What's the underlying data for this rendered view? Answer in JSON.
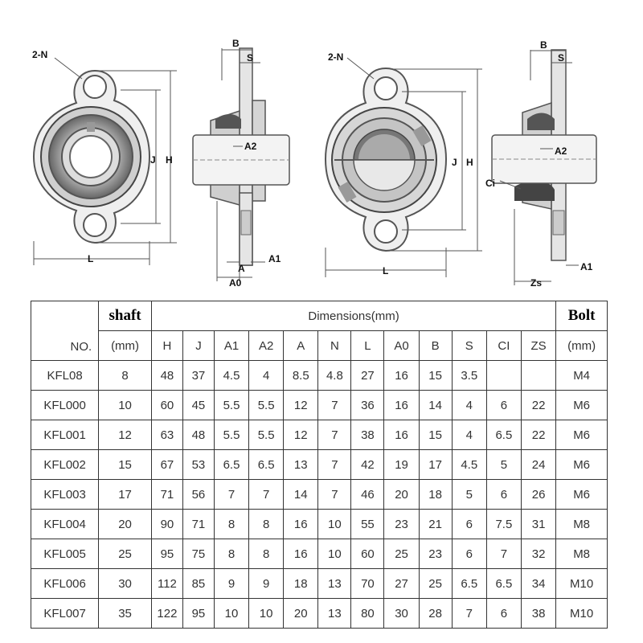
{
  "drawings": {
    "left": {
      "front_labels": {
        "holes": "2-N",
        "J": "J",
        "H": "H",
        "L": "L"
      },
      "side_labels": {
        "B": "B",
        "S": "S",
        "A2": "A2",
        "A1": "A1",
        "A": "A",
        "A0": "A0"
      }
    },
    "right": {
      "front_labels": {
        "holes": "2-N",
        "J": "J",
        "H": "H",
        "L": "L"
      },
      "side_labels": {
        "B": "B",
        "S": "S",
        "A2": "A2",
        "Ci": "Ci",
        "A1": "A1",
        "Zs": "Zs"
      }
    }
  },
  "table": {
    "no_label": "NO.",
    "shaft_label": "shaft",
    "shaft_unit": "(mm)",
    "dimensions_label": "Dimensions(mm)",
    "bolt_label": "Bolt",
    "bolt_unit": "(mm)",
    "columns": [
      "H",
      "J",
      "A1",
      "A2",
      "A",
      "N",
      "L",
      "A0",
      "B",
      "S",
      "CI",
      "ZS"
    ],
    "rows": [
      {
        "no": "KFL08",
        "shaft": "8",
        "dims": [
          "48",
          "37",
          "4.5",
          "4",
          "8.5",
          "4.8",
          "27",
          "16",
          "15",
          "3.5",
          "",
          ""
        ],
        "bolt": "M4"
      },
      {
        "no": "KFL000",
        "shaft": "10",
        "dims": [
          "60",
          "45",
          "5.5",
          "5.5",
          "12",
          "7",
          "36",
          "16",
          "14",
          "4",
          "6",
          "22"
        ],
        "bolt": "M6"
      },
      {
        "no": "KFL001",
        "shaft": "12",
        "dims": [
          "63",
          "48",
          "5.5",
          "5.5",
          "12",
          "7",
          "38",
          "16",
          "15",
          "4",
          "6.5",
          "22"
        ],
        "bolt": "M6"
      },
      {
        "no": "KFL002",
        "shaft": "15",
        "dims": [
          "67",
          "53",
          "6.5",
          "6.5",
          "13",
          "7",
          "42",
          "19",
          "17",
          "4.5",
          "5",
          "24"
        ],
        "bolt": "M6"
      },
      {
        "no": "KFL003",
        "shaft": "17",
        "dims": [
          "71",
          "56",
          "7",
          "7",
          "14",
          "7",
          "46",
          "20",
          "18",
          "5",
          "6",
          "26"
        ],
        "bolt": "M6"
      },
      {
        "no": "KFL004",
        "shaft": "20",
        "dims": [
          "90",
          "71",
          "8",
          "8",
          "16",
          "10",
          "55",
          "23",
          "21",
          "6",
          "7.5",
          "31"
        ],
        "bolt": "M8"
      },
      {
        "no": "KFL005",
        "shaft": "25",
        "dims": [
          "95",
          "75",
          "8",
          "8",
          "16",
          "10",
          "60",
          "25",
          "23",
          "6",
          "7",
          "32"
        ],
        "bolt": "M8"
      },
      {
        "no": "KFL006",
        "shaft": "30",
        "dims": [
          "112",
          "85",
          "9",
          "9",
          "18",
          "13",
          "70",
          "27",
          "25",
          "6.5",
          "6.5",
          "34"
        ],
        "bolt": "M10"
      },
      {
        "no": "KFL007",
        "shaft": "35",
        "dims": [
          "122",
          "95",
          "10",
          "10",
          "20",
          "13",
          "80",
          "30",
          "28",
          "7",
          "6",
          "38"
        ],
        "bolt": "M10"
      }
    ]
  }
}
